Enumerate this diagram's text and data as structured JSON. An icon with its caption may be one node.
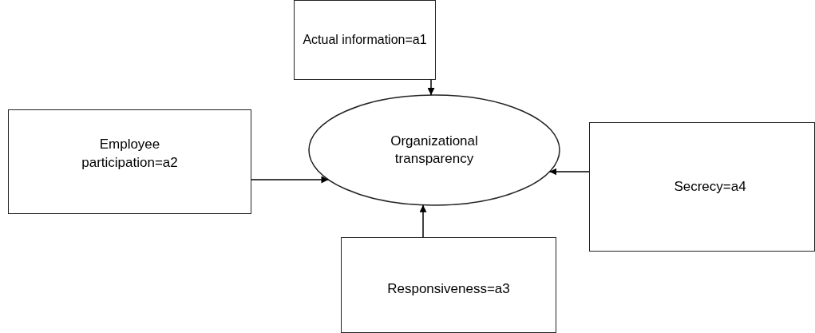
{
  "diagram": {
    "nodes": [
      {
        "text": [
          "Actual information=a1"
        ]
      },
      {
        "text": [
          "Employee participation=a2"
        ]
      },
      {
        "text": [
          "Organizational transparency"
        ]
      },
      {
        "text": [
          "Secrecy=a4"
        ]
      },
      {
        "text": [
          "Responsiveness=a3"
        ]
      }
    ],
    "edges": [
      {
        "from": 0,
        "to": 2,
        "arrow": "to"
      },
      {
        "from": 1,
        "to": 2,
        "arrow": "to"
      },
      {
        "from": 3,
        "to": 2,
        "arrow": "to"
      },
      {
        "from": 4,
        "to": 2,
        "arrow": "to"
      }
    ]
  }
}
